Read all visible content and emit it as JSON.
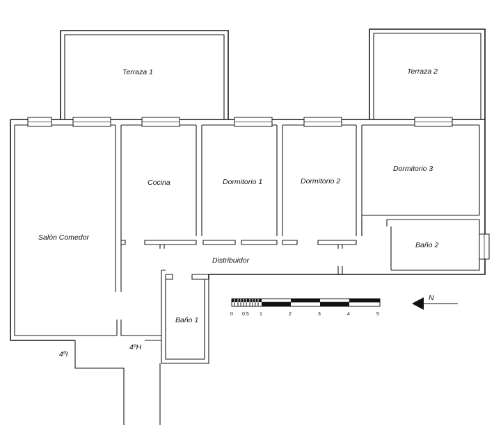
{
  "plan": {
    "rooms": [
      {
        "id": "terraza-1",
        "label": "Terraza 1"
      },
      {
        "id": "terraza-2",
        "label": "Terraza 2"
      },
      {
        "id": "cocina",
        "label": "Cocina"
      },
      {
        "id": "dormitorio-1",
        "label": "Dormitorio 1"
      },
      {
        "id": "dormitorio-2",
        "label": "Dormitorio 2"
      },
      {
        "id": "dormitorio-3",
        "label": "Dormitorio 3"
      },
      {
        "id": "salon-comedor",
        "label": "Salón Comedor"
      },
      {
        "id": "bano-2",
        "label": "Baño 2"
      },
      {
        "id": "distribuidor",
        "label": "Distribuidor"
      },
      {
        "id": "bano-1",
        "label": "Baño 1"
      }
    ],
    "neighbors": [
      {
        "id": "4i",
        "label": "4ºI"
      },
      {
        "id": "4h",
        "label": "4ºH"
      }
    ],
    "scale": {
      "ticks": [
        "0",
        "0.5",
        "1",
        "2",
        "3",
        "4",
        "5"
      ]
    },
    "north": {
      "label": "N"
    },
    "colors": {
      "wall": "#1a1a1a",
      "background": "#ffffff"
    }
  }
}
